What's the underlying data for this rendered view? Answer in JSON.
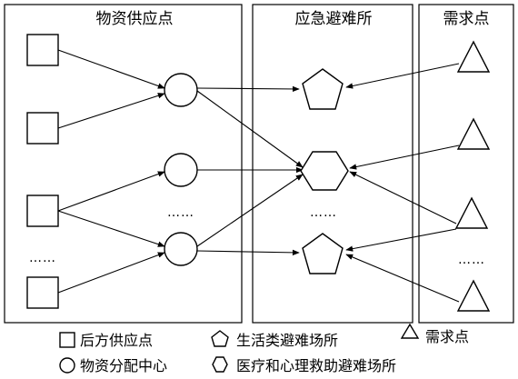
{
  "groups": {
    "supply": "物资供应点",
    "shelter": "应急避难所",
    "demand": "需求点"
  },
  "ellipsis": {
    "supply_left": "……",
    "supply_mid": "……",
    "shelter": "……",
    "demand": "……"
  },
  "legend": {
    "rear_supply": "后方供应点",
    "distribution_center": "物资分配中心",
    "living_shelter": "生活类避难场所",
    "medical_shelter": "医疗和心理救助避难场所",
    "demand_point": "需求点"
  }
}
